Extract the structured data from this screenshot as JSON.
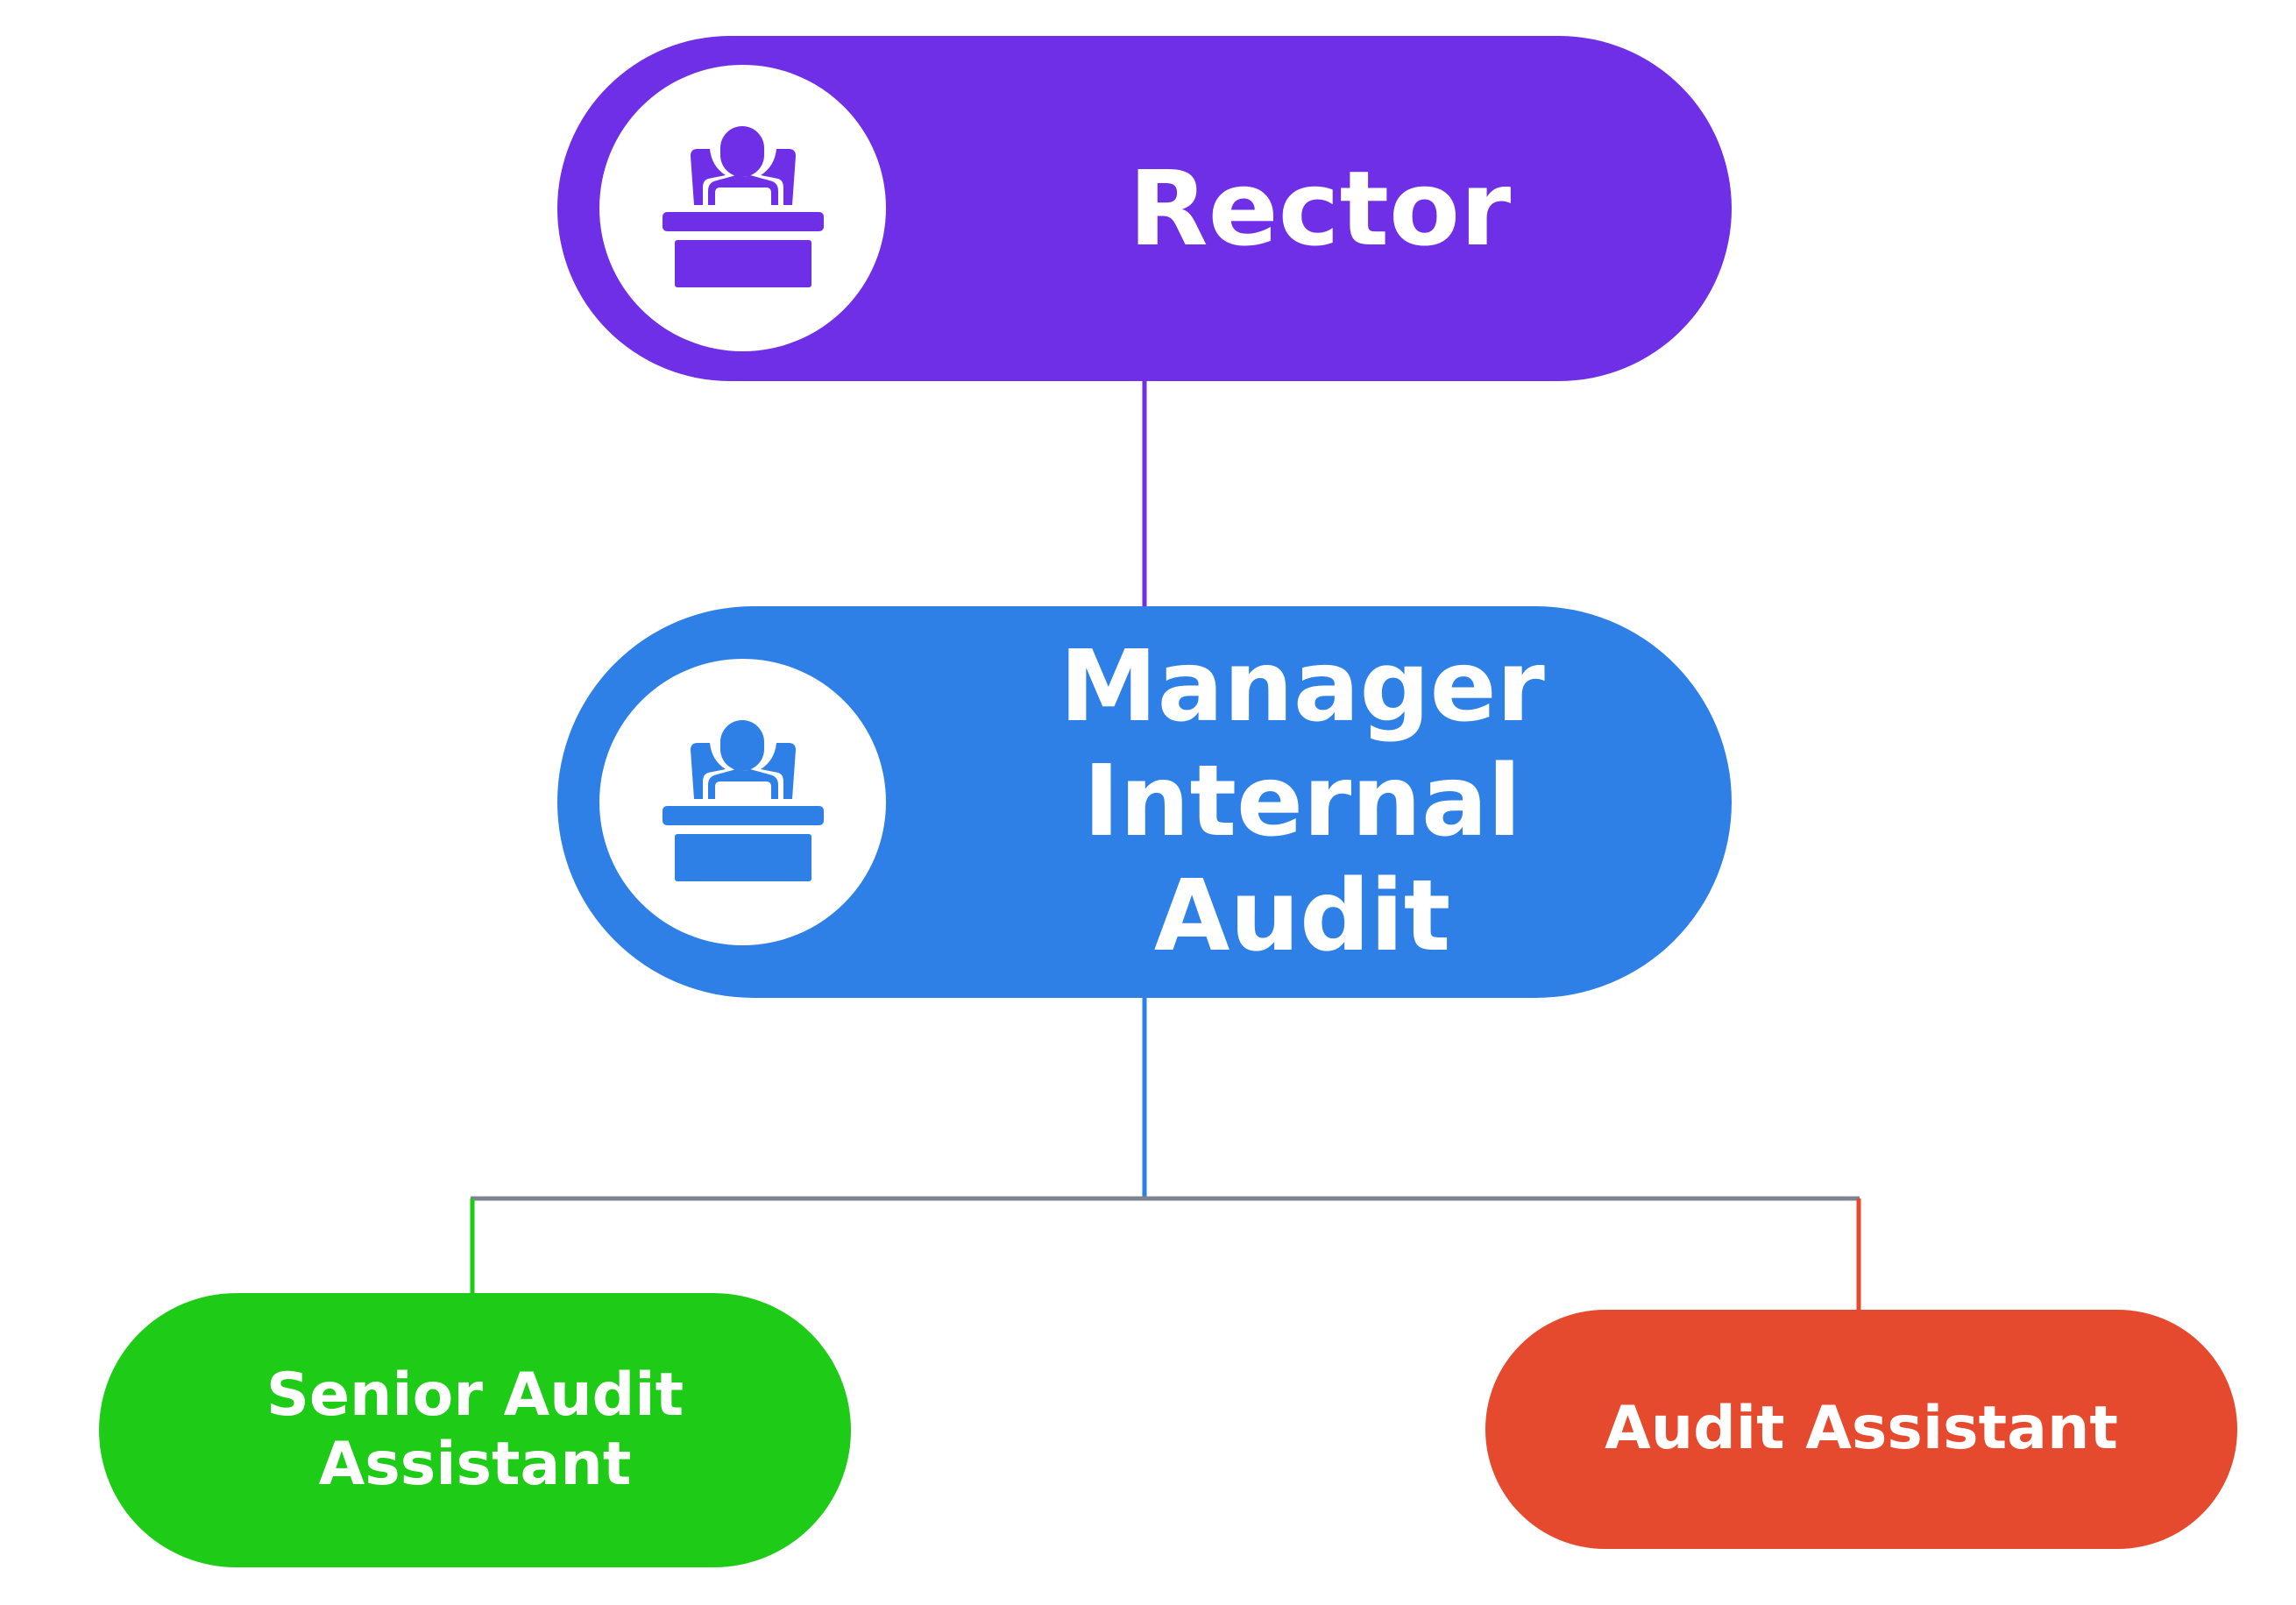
{
  "nodes": {
    "rector": {
      "label": "Rector",
      "color": "#6e2fe6",
      "icon": "speaker-podium-icon"
    },
    "manager": {
      "label": "Manager\nInternal\nAudit",
      "color": "#2e80e6",
      "icon": "speaker-podium-icon"
    },
    "senior": {
      "label": "Senior Audit\nAssistant",
      "color": "#1ecb17"
    },
    "assistant": {
      "label": "Audit Assistant",
      "color": "#e64a2e"
    }
  },
  "connector_colors": {
    "rector_to_manager": "#6e2fe6",
    "manager_down": "#2e80e6",
    "branch_bar": "#7d8590",
    "to_senior": "#1ecb17",
    "to_assistant": "#e64a2e"
  }
}
